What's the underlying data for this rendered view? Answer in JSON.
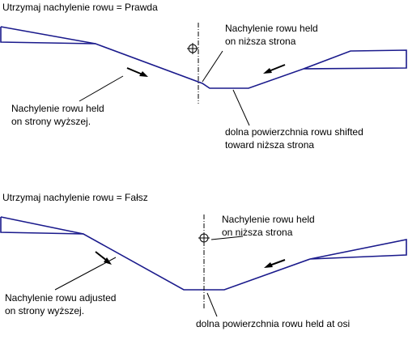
{
  "panels": [
    {
      "heading": "Utrzymaj nachylenie rowu = Prawda",
      "label_right": [
        "Nachylenie rowu held",
        "on niższa strona"
      ],
      "label_left": [
        "Nachylenie rowu held",
        "on strony wyższej."
      ],
      "label_bottom": [
        "dolna powierzchnia rowu shifted",
        "toward niższa strona"
      ]
    },
    {
      "heading": "Utrzymaj nachylenie rowu = Fałsz",
      "label_right": [
        "Nachylenie rowu held",
        "on niższa strona"
      ],
      "label_left": [
        "Nachylenie rowu adjusted",
        "on strony wyższej."
      ],
      "label_bottom": [
        "dolna powierzchnia rowu held at osi"
      ]
    }
  ],
  "colors": {
    "ditch_line": "#1a1a8c",
    "text": "#000000",
    "background": "#ffffff"
  }
}
